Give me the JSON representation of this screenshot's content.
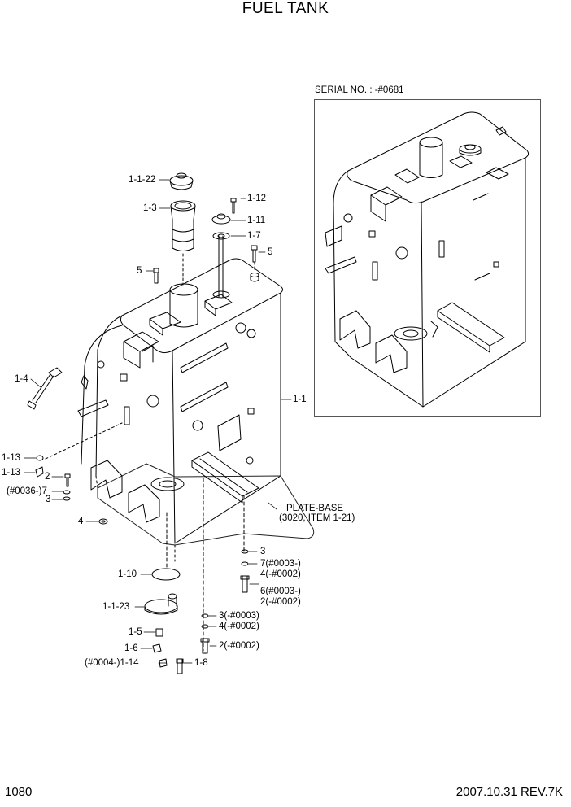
{
  "page": {
    "title": "FUEL TANK",
    "page_number": "1080",
    "revision": "2007.10.31  REV.7K"
  },
  "inset": {
    "serial_label": "SERIAL NO. : -#0681"
  },
  "plate_base": {
    "line1": "PLATE-BASE",
    "line2": "(3020, ITEM 1-21)"
  },
  "callouts": {
    "p1_1_22": "1-1-22",
    "p1_3": "1-3",
    "p1_12": "1-12",
    "p1_11": "1-11",
    "p1_7": "1-7",
    "p5_right": "5",
    "p5_left": "5",
    "p1_4": "1-4",
    "p1_1": "1-1",
    "p1_13_a": "1-13",
    "p1_13_b": "1-13",
    "p2_left": "2",
    "p7_left": "(#0036-)7",
    "p3_left": "3",
    "p4_left": "4",
    "p3_right": "3",
    "p7_right": "7(#0003-)",
    "p4_right_a": "4(-#0002)",
    "p6_right": "6(#0003-)",
    "p2_right_a": "2(-#0002)",
    "p1_10": "1-10",
    "p1_1_23": "1-1-23",
    "p3_lower": "3(-#0003)",
    "p4_lower": "4(-#0002)",
    "p1_5": "1-5",
    "p2_lower": "2(-#0002)",
    "p1_6": "1-6",
    "p1_14": "(#0004-)1-14",
    "p1_8": "1-8"
  }
}
